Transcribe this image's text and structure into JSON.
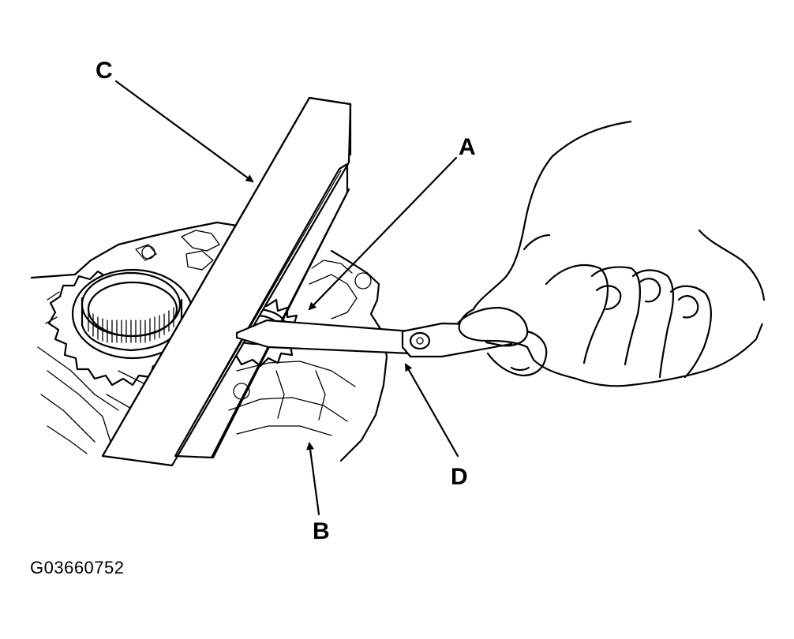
{
  "labels": {
    "a": "A",
    "b": "B",
    "c": "C",
    "d": "D"
  },
  "figure_id": "G03660752"
}
